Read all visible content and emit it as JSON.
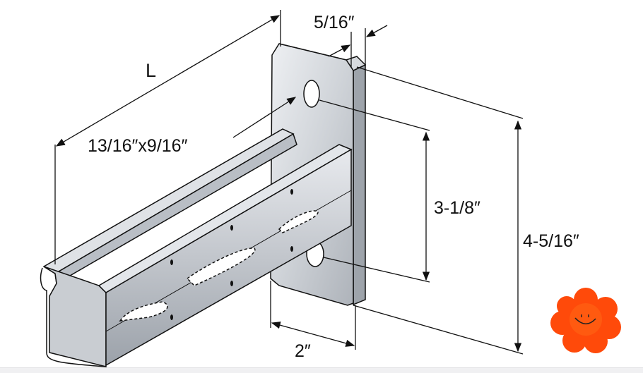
{
  "diagram": {
    "labels": {
      "length": "L",
      "plate_thickness": "5/16″",
      "slot_size": "13/16″x9/16″",
      "hole_spacing": "3-1/8″",
      "plate_height": "4-5/16″",
      "plate_width": "2″"
    }
  },
  "colors": {
    "metal_light": "#e4e6ea",
    "metal_mid": "#c3c7cd",
    "metal_dark": "#9aa0a8",
    "line": "#111111",
    "flower": "#ff4a0a"
  },
  "sticker": {
    "icon": "smiling-flower-icon"
  }
}
